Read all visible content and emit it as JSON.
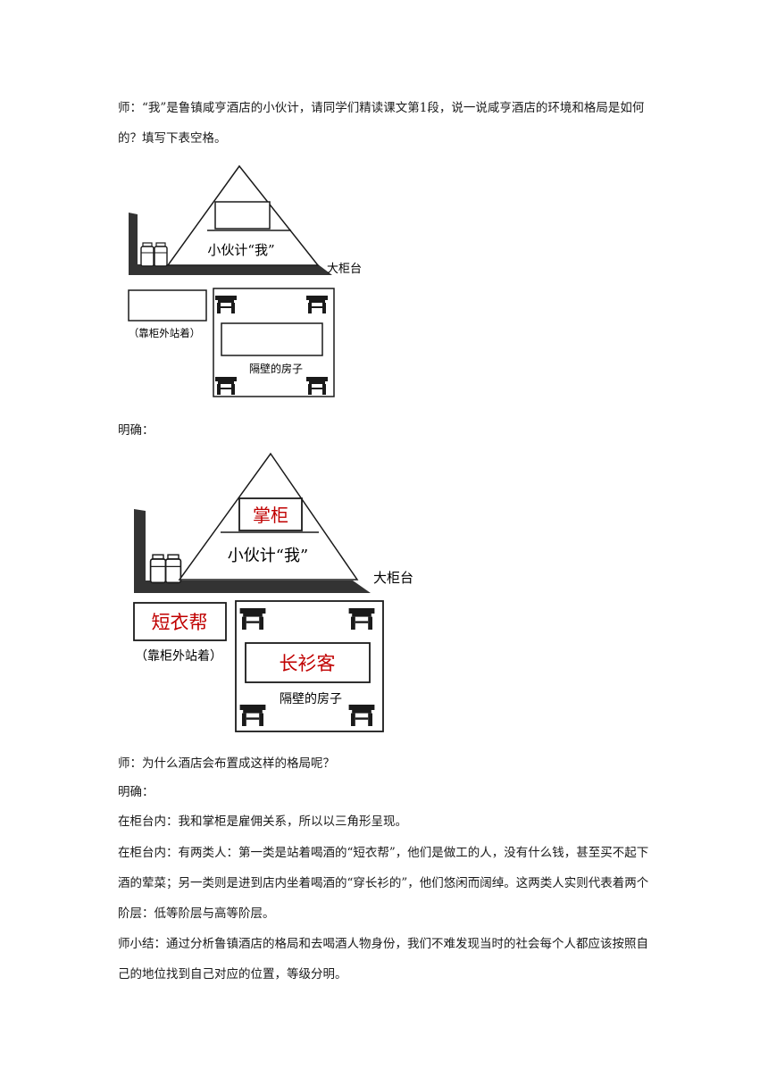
{
  "intro": "师：“我”是鲁镇咸亨酒店的小伙计，请同学们精读课文第1段，说一说咸亨酒店的环境和格局是如何的？填写下表空格。",
  "diagram_blank": {
    "counter_label": "大柜台",
    "waiter_label": "小伙计“我”",
    "outside_note": "（靠柜外站着）",
    "room_label": "隔壁的房子"
  },
  "answer_heading": "明确：",
  "diagram_answer": {
    "counter_label": "大柜台",
    "waiter_label": "小伙计“我”",
    "boss_label": "掌柜",
    "short_coat_label": "短衣帮",
    "outside_note": "（靠柜外站着）",
    "long_gown_label": "长衫客",
    "room_label": "隔壁的房子",
    "answer_color": "#c00000"
  },
  "question2": "师：为什么酒店会布置成这样的格局呢？",
  "answer_heading2": "明确：",
  "explain1": "在柜台内：我和掌柜是雇佣关系，所以以三角形呈现。",
  "explain2": "在柜台内：有两类人：第一类是站着喝酒的“短衣帮”，他们是做工的人，没有什么钱，甚至买不起下酒的荤菜；另一类则是进到店内坐着喝酒的“穿长衫的”，他们悠闲而阔绰。这两类人实则代表着两个阶层：低等阶层与高等阶层。",
  "summary": "师小结：通过分析鲁镇酒店的格局和去喝酒人物身份，我们不难发现当时的社会每个人都应该按照自己的地位找到自己对应的位置，等级分明。"
}
